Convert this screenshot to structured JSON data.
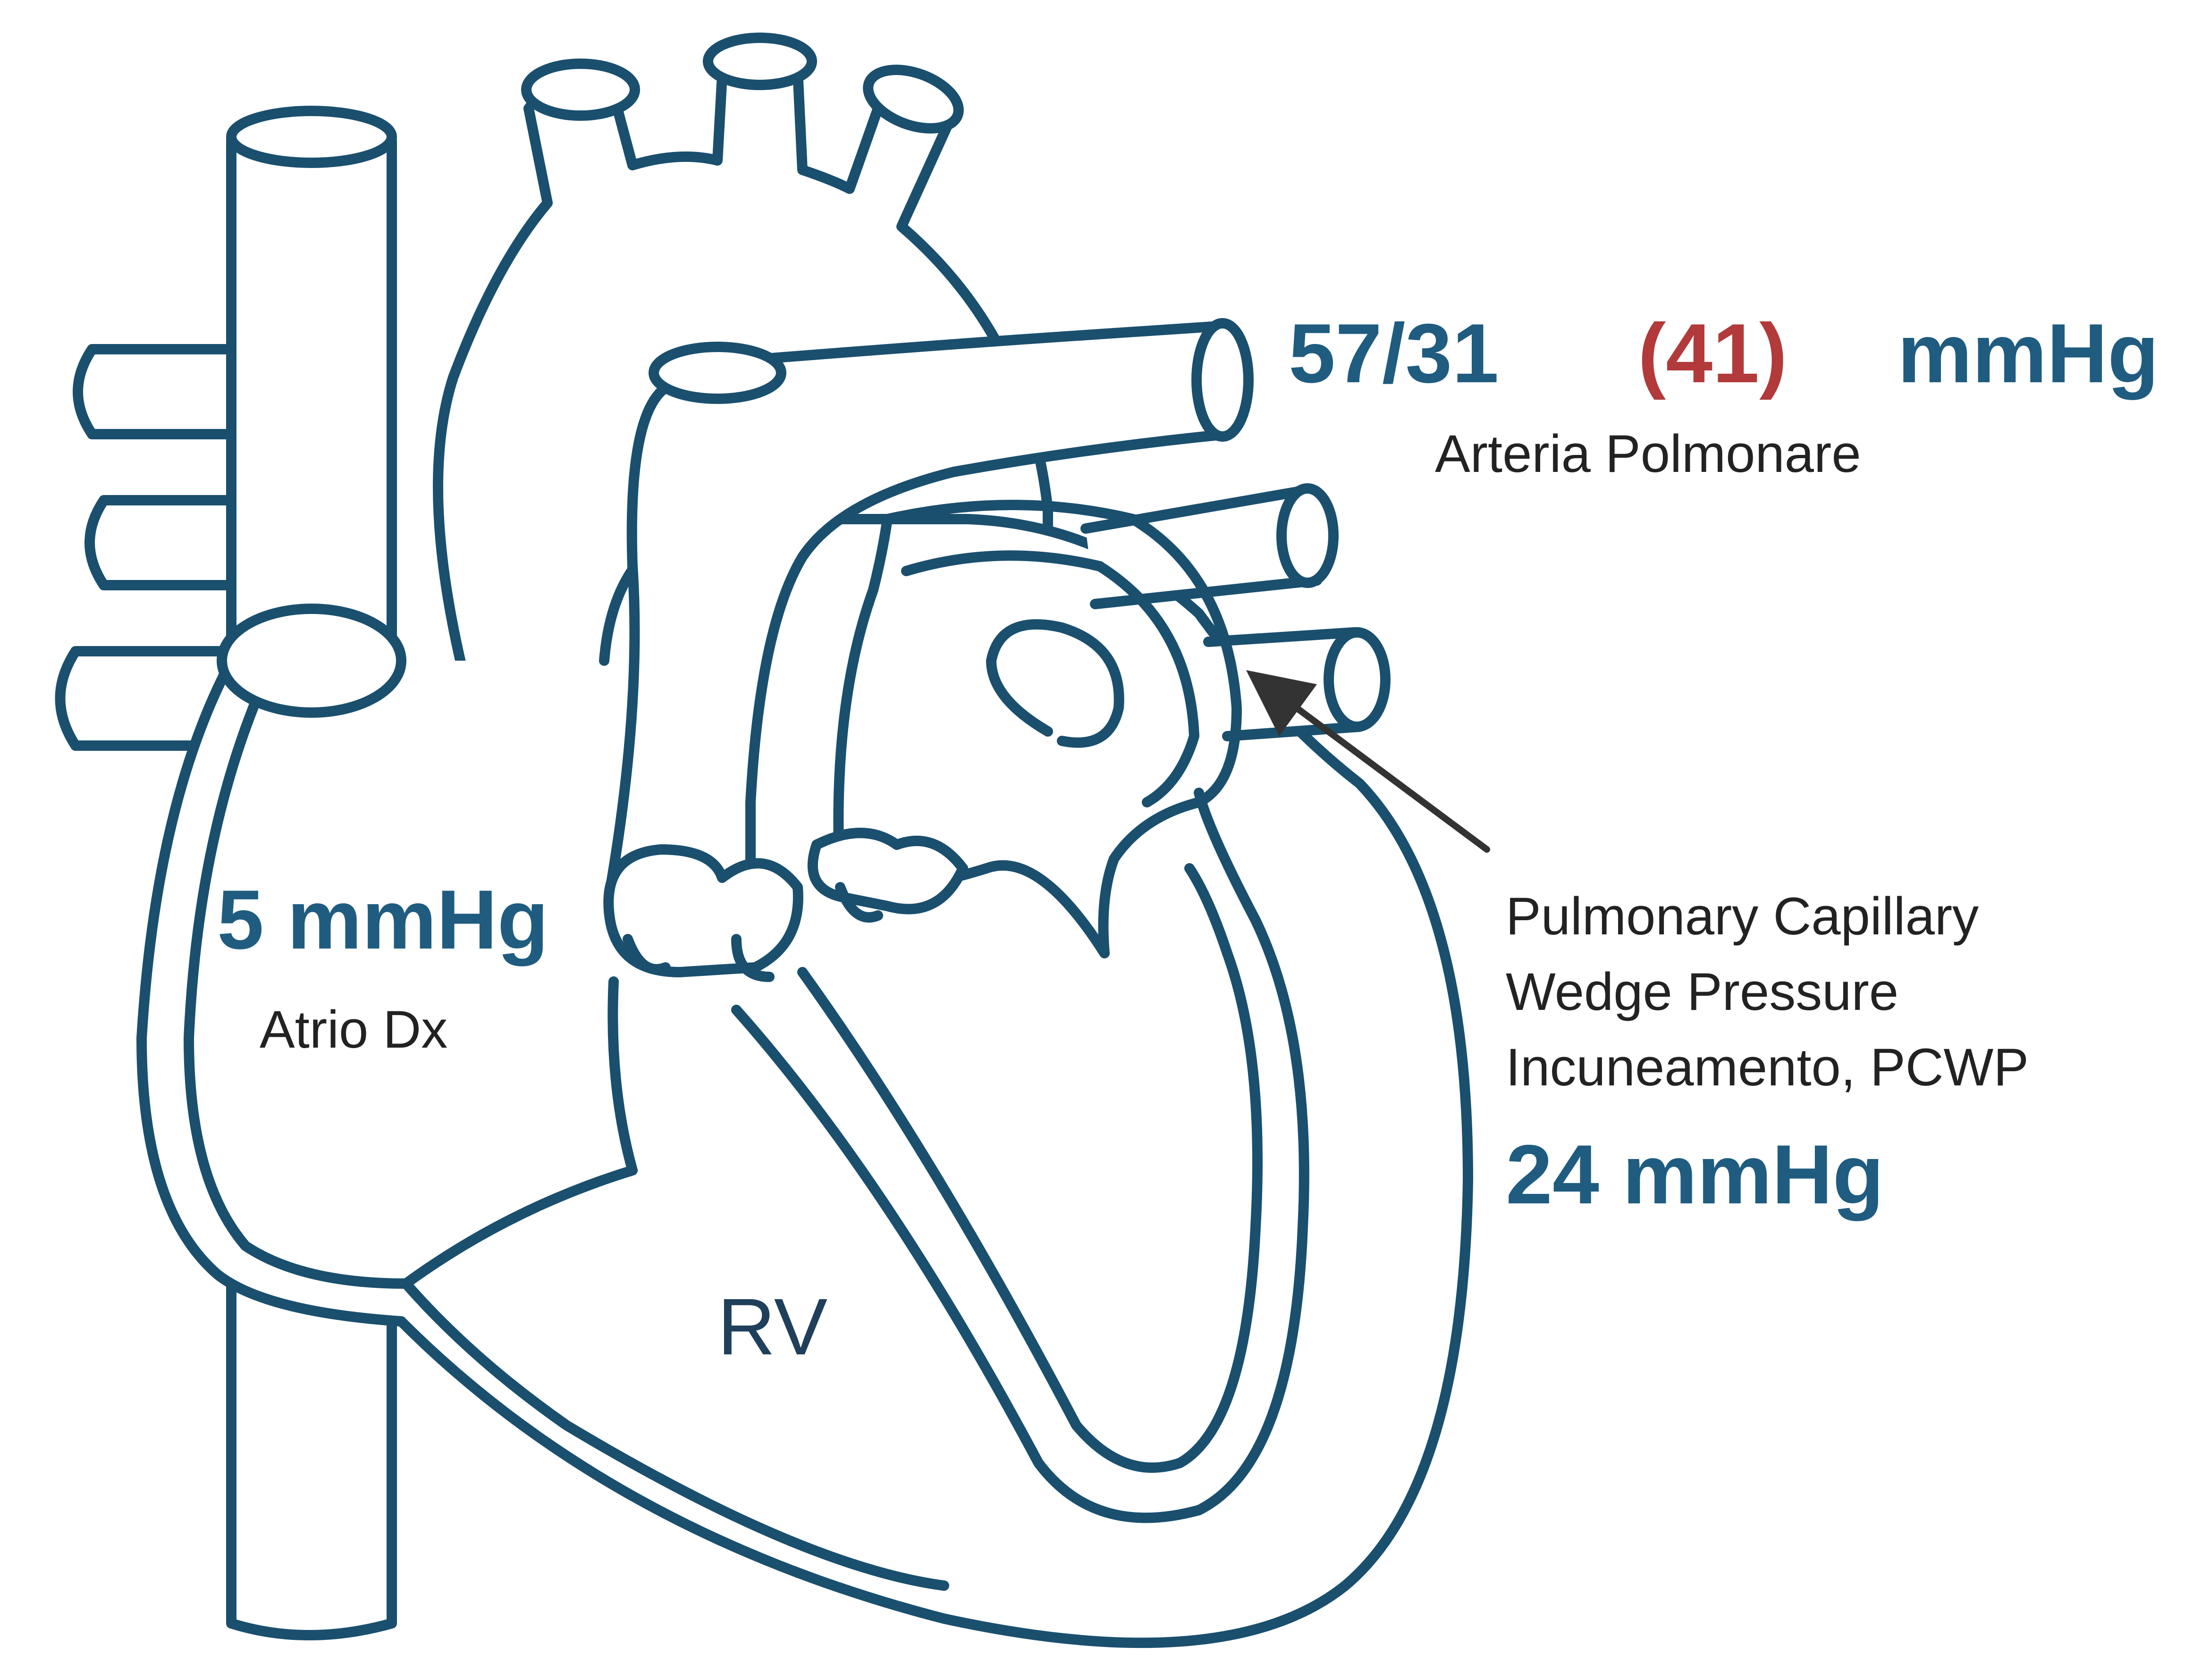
{
  "colors": {
    "outline": "#1a4f6e",
    "value_blue": "#1f5c80",
    "value_red": "#b23a3a",
    "label_text": "#222222",
    "arrow": "#333333"
  },
  "pulmonary_artery": {
    "systolic_diastolic": "57/31",
    "mean": "(41)",
    "unit": "mmHg",
    "label": "Arteria Polmonare"
  },
  "right_atrium": {
    "value": "5 mmHg",
    "label": "Atrio Dx"
  },
  "right_ventricle": {
    "label": "RV"
  },
  "pcwp": {
    "line1": "Pulmonary Capillary",
    "line2": "Wedge Pressure",
    "line3": "Incuneamento, PCWP",
    "value": "24 mmHg"
  }
}
